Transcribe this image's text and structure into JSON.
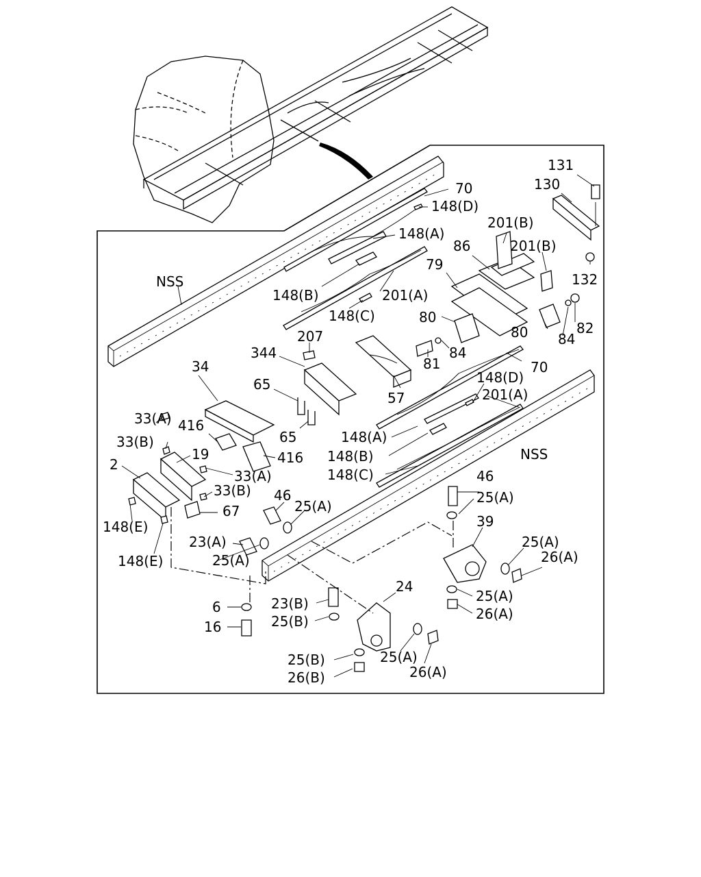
{
  "diagram": {
    "frame_color": "#000000",
    "background": "#ffffff",
    "labels": {
      "l131": "131",
      "l130": "130",
      "l70_top": "70",
      "l148d_top": "148(D)",
      "l148a_top": "148(A)",
      "l201b_1": "201(B)",
      "l201b_2": "201(B)",
      "l86": "86",
      "l79": "79",
      "l132": "132",
      "nss_left": "NSS",
      "l148b_top": "148(B)",
      "l201a_top": "201(A)",
      "l148c_top": "148(C)",
      "l80_1": "80",
      "l80_2": "80",
      "l84_1": "84",
      "l84_2": "84",
      "l82": "82",
      "l81": "81",
      "l207": "207",
      "l344": "344",
      "l70_mid": "70",
      "l34": "34",
      "l65_1": "65",
      "l65_2": "65",
      "l57": "57",
      "l148d_mid": "148(D)",
      "l201a_mid": "201(A)",
      "l33a_1": "33(A)",
      "l416_1": "416",
      "l416_2": "416",
      "l148a_mid": "148(A)",
      "l33b_1": "33(B)",
      "l148b_mid": "148(B)",
      "nss_right": "NSS",
      "l19": "19",
      "l2": "2",
      "l33a_2": "33(A)",
      "l148c_mid": "148(C)",
      "l33b_2": "33(B)",
      "l46_1": "46",
      "l46_2": "46",
      "l25a_1": "25(A)",
      "l25a_2": "25(A)",
      "l67": "67",
      "l148e_1": "148(E)",
      "l39": "39",
      "l23a": "23(A)",
      "l25a_3": "25(A)",
      "l148e_2": "148(E)",
      "l25a_4": "25(A)",
      "l26a_1": "26(A)",
      "l25a_5": "25(A)",
      "l24": "24",
      "l26a_2": "26(A)",
      "l6": "6",
      "l23b": "23(B)",
      "l16": "16",
      "l25b_1": "25(B)",
      "l25b_2": "25(B)",
      "l25a_6": "25(A)",
      "l26b": "26(B)",
      "l26a_3": "26(A)"
    }
  }
}
